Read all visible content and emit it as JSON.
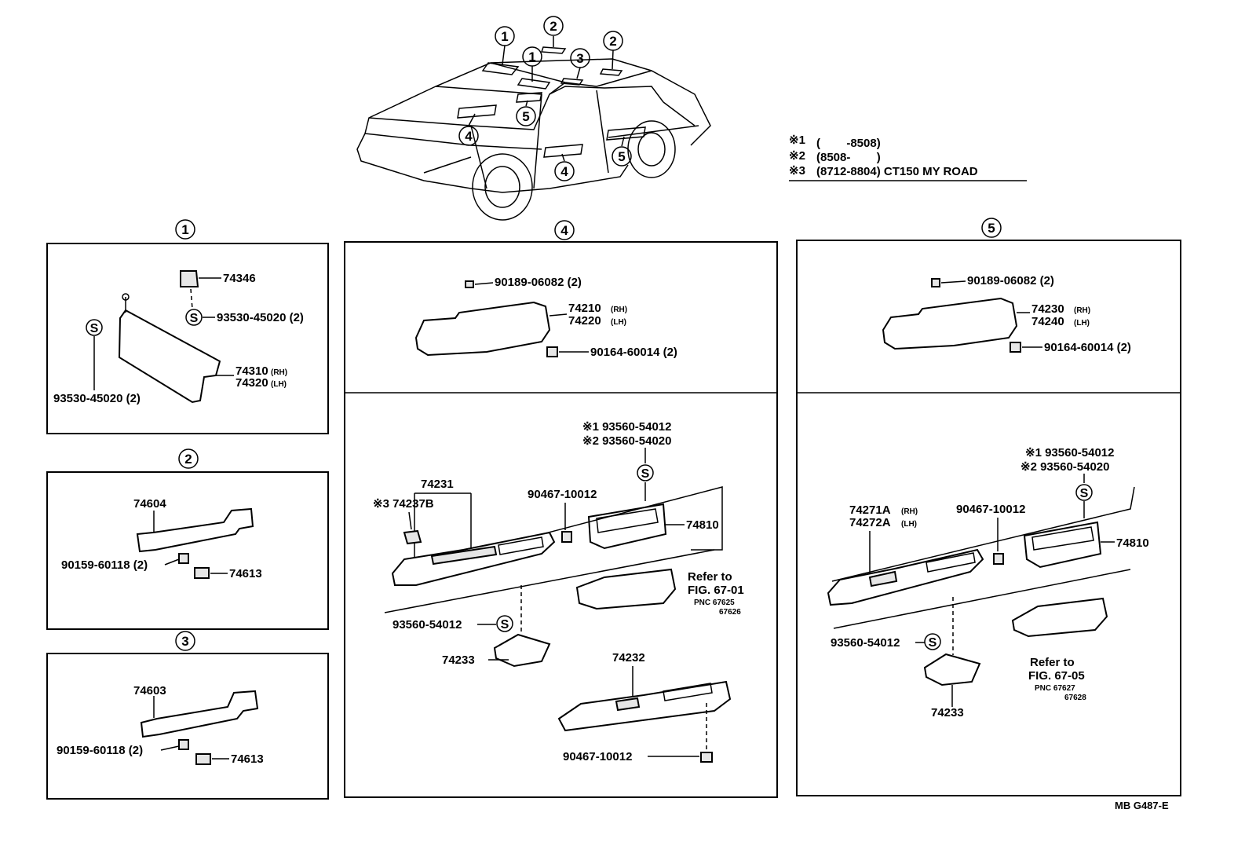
{
  "legend": {
    "notes": [
      {
        "mark": "※1",
        "text": "(        -8508)"
      },
      {
        "mark": "※2",
        "text": "(8508-        )"
      },
      {
        "mark": "※3",
        "text": "(8712-8804) CT150 MY ROAD"
      }
    ]
  },
  "section_labels": [
    "1",
    "2",
    "3",
    "4",
    "5"
  ],
  "car_callouts": [
    "1",
    "1",
    "2",
    "2",
    "3",
    "4",
    "4",
    "5",
    "5"
  ],
  "section1": {
    "p74346": "74346",
    "p93530a": "93530-45020 (2)",
    "p743": "74310",
    "p743_rh": "(RH)",
    "p743b": "74320",
    "p743b_lh": "(LH)",
    "p93530b": "93530-45020 (2)"
  },
  "section2": {
    "p74604": "74604",
    "p90159": "90159-60118 (2)",
    "p74613": "74613"
  },
  "section3": {
    "p74603": "74603",
    "p90159": "90159-60118 (2)",
    "p74613": "74613"
  },
  "section4": {
    "p90189": "90189-06082 (2)",
    "p74210": "74210",
    "rh": "(RH)",
    "p74220": "74220",
    "lh": "(LH)",
    "p90164": "90164-60014 (2)",
    "note1": "※1 93560-54012",
    "note2": "※2 93560-54020",
    "p74231": "74231",
    "p74237b": "※3 74237B",
    "p90467a": "90467-10012",
    "p74810": "74810",
    "refer": "Refer to",
    "fig": "FIG. 67-01",
    "pnc1": "PNC 67625",
    "pnc2": "67626",
    "p93560": "93560-54012",
    "p74233": "74233",
    "p74232": "74232",
    "p90467b": "90467-10012"
  },
  "section5": {
    "p90189": "90189-06082 (2)",
    "p74230": "74230",
    "rh": "(RH)",
    "p74240": "74240",
    "lh": "(LH)",
    "p90164": "90164-60014 (2)",
    "note1": "※1 93560-54012",
    "note2": "※2 93560-54020",
    "p74271a": "74271A",
    "p74272a": "74272A",
    "p90467": "90467-10012",
    "p74810": "74810",
    "p93560": "93560-54012",
    "p74233": "74233",
    "refer": "Refer to",
    "fig": "FIG. 67-05",
    "pnc1": "PNC 67627",
    "pnc2": "67628"
  },
  "s_mark": "S",
  "footer_code": "MB G487-E"
}
